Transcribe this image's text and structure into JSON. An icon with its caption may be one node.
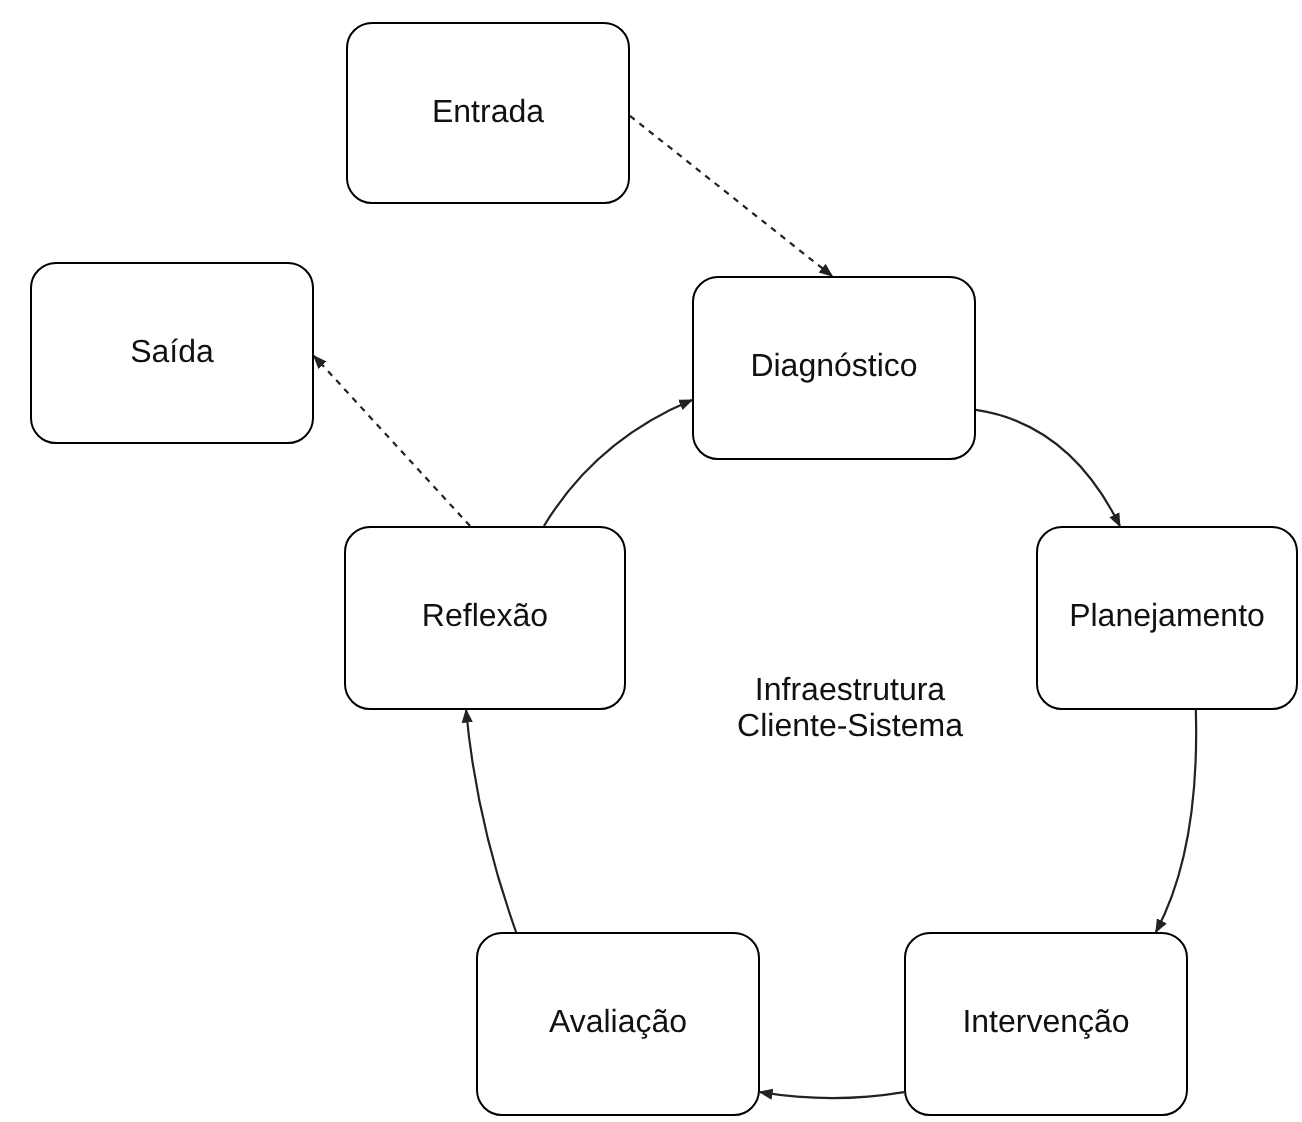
{
  "diagram": {
    "nodes": [
      {
        "text": [
          "Entrada"
        ]
      },
      {
        "text": [
          "Saída"
        ]
      },
      {
        "text": [
          "Diagnóstico"
        ]
      },
      {
        "text": [
          "Planejamento"
        ]
      },
      {
        "text": [
          "Reflexão"
        ]
      },
      {
        "text": [
          "Intervenção"
        ]
      },
      {
        "text": [
          "Avaliação"
        ]
      }
    ],
    "edges": [
      {
        "from": 0,
        "to": 2,
        "arrow": "to",
        "style": "dashed"
      },
      {
        "from": 4,
        "to": 1,
        "arrow": "to",
        "style": "dashed"
      },
      {
        "from": 2,
        "to": 3,
        "arrow": "to"
      },
      {
        "from": 3,
        "to": 5,
        "arrow": "to"
      },
      {
        "from": 5,
        "to": 6,
        "arrow": "to"
      },
      {
        "from": 6,
        "to": 4,
        "arrow": "to"
      },
      {
        "from": 4,
        "to": 2,
        "arrow": "to"
      }
    ],
    "labels": [
      "Infraestrutura Cliente-Sistema"
    ]
  }
}
